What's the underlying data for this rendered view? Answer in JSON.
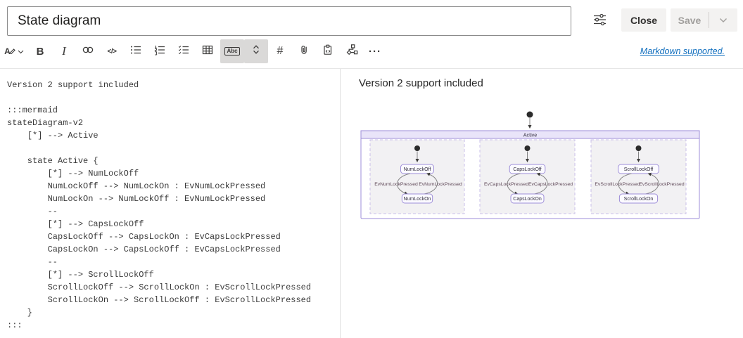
{
  "header": {
    "title_input": {
      "value": "State diagram"
    },
    "buttons": {
      "close": "Close",
      "save": "Save"
    }
  },
  "toolbar": {
    "format_letter": "A",
    "bold": "B",
    "italic": "I",
    "code": "</>",
    "highlight": "Abc",
    "heading": "#",
    "more": "···",
    "markdown_link": "Markdown supported."
  },
  "editor": {
    "lines": [
      "Version 2 support included",
      "",
      ":::mermaid",
      "stateDiagram-v2",
      "    [*] --> Active",
      "",
      "    state Active {",
      "        [*] --> NumLockOff",
      "        NumLockOff --> NumLockOn : EvNumLockPressed",
      "        NumLockOn --> NumLockOff : EvNumLockPressed",
      "        --",
      "        [*] --> CapsLockOff",
      "        CapsLockOff --> CapsLockOn : EvCapsLockPressed",
      "        CapsLockOn --> CapsLockOff : EvCapsLockPressed",
      "        --",
      "        [*] --> ScrollLockOff",
      "        ScrollLockOff --> ScrollLockOn : EvScrollLockPressed",
      "        ScrollLockOn --> ScrollLockOff : EvScrollLockPressed",
      "    }",
      ":::"
    ]
  },
  "preview": {
    "heading": "Version 2 support included",
    "diagram": {
      "composite_state": "Active",
      "regions": [
        {
          "off_state": "NumLockOff",
          "on_state": "NumLockOn",
          "off_to_on_label": "EvNumLockPressed",
          "on_to_off_label": "EvNumLockPressed"
        },
        {
          "off_state": "CapsLockOff",
          "on_state": "CapsLockOn",
          "off_to_on_label": "EvCapsLockPressed",
          "on_to_off_label": "EvCapsLockPressed"
        },
        {
          "off_state": "ScrollLockOff",
          "on_state": "ScrollLockOn",
          "off_to_on_label": "EvScrollLockPressed",
          "on_to_off_label": "EvScrollLockPressed"
        }
      ]
    }
  },
  "colors": {
    "purple_border": "#9e8ed8",
    "title_fill": "#e9e4f9",
    "region_fill": "#f2f1f3",
    "region_dash": "#c9bfe8",
    "state_fill": "#fbfaff",
    "line_grey": "#848484",
    "arrow_dark": "#3b3a39",
    "state_text": "#332f3f",
    "label_text": "#5d4656",
    "link_blue": "#106ebe",
    "toggled_bg": "#dad9d8",
    "button_bg": "#f3f2f1",
    "disabled_text": "#a19f9d"
  }
}
